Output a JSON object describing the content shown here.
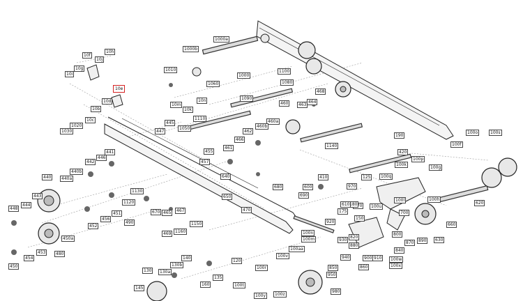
{
  "labels": [
    "1000a",
    "1000b",
    "1000",
    "1010",
    "100f",
    "100g",
    "100h",
    "100k",
    "100l",
    "100m",
    "100n",
    "100o",
    "100p",
    "100q",
    "100r",
    "100s",
    "100t",
    "100u",
    "100v",
    "100w",
    "100x",
    "100y",
    "100z",
    "100aa",
    "10b",
    "10c",
    "10d",
    "10e",
    "10f",
    "10g",
    "10h",
    "10i",
    "10j",
    "10k",
    "10m",
    "10n",
    "1020",
    "1030",
    "1050",
    "1060",
    "1080",
    "1090",
    "1100",
    "1110",
    "1120",
    "1130",
    "1140",
    "1150",
    "1160",
    "120",
    "125",
    "130",
    "130a",
    "130b",
    "135",
    "140",
    "145",
    "150",
    "160",
    "170",
    "175",
    "180",
    "190",
    "410",
    "420",
    "440",
    "440a",
    "440b",
    "441",
    "442",
    "443",
    "444",
    "445",
    "446",
    "447",
    "448",
    "450",
    "450a",
    "451",
    "452",
    "453",
    "454",
    "455",
    "456",
    "457",
    "460",
    "460a",
    "460b",
    "461",
    "462",
    "463",
    "464",
    "465",
    "466",
    "467",
    "468",
    "469",
    "470",
    "480",
    "490",
    "600",
    "610",
    "620",
    "630",
    "640",
    "650",
    "660",
    "670",
    "680",
    "690",
    "700",
    "800",
    "820",
    "840",
    "850",
    "860",
    "870",
    "880",
    "890",
    "900",
    "910",
    "920",
    "930",
    "940",
    "950",
    "970",
    "980"
  ],
  "highlight": {
    "label": "10e"
  }
}
